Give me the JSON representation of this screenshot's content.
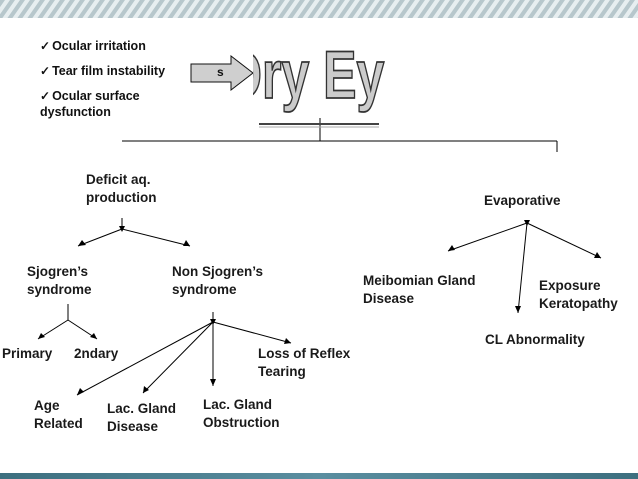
{
  "symptoms": [
    "Ocular irritation",
    "Tear film instability",
    "Ocular surface dysfunction"
  ],
  "arrow_label": "s",
  "title": "Dry Eye",
  "colors": {
    "arrow_fill": "#c8c8c8",
    "title_fill": "#c9c9c9",
    "line": "#000000"
  },
  "nodes": {
    "deficit": "Deficit aq. production",
    "evaporative": "Evaporative",
    "sjogren": "Sjogren’s syndrome",
    "non_sjogren": "Non Sjogren’s syndrome",
    "meibomian": "Meibomian Gland Disease",
    "exposure": "Exposure Keratopathy",
    "cl": "CL Abnormality",
    "primary": "Primary",
    "secondary": "2ndary",
    "loss_reflex": "Loss of Reflex Tearing",
    "age": "Age Related",
    "lac_disease": "Lac. Gland Disease",
    "lac_obstruction": "Lac. Gland Obstruction"
  }
}
